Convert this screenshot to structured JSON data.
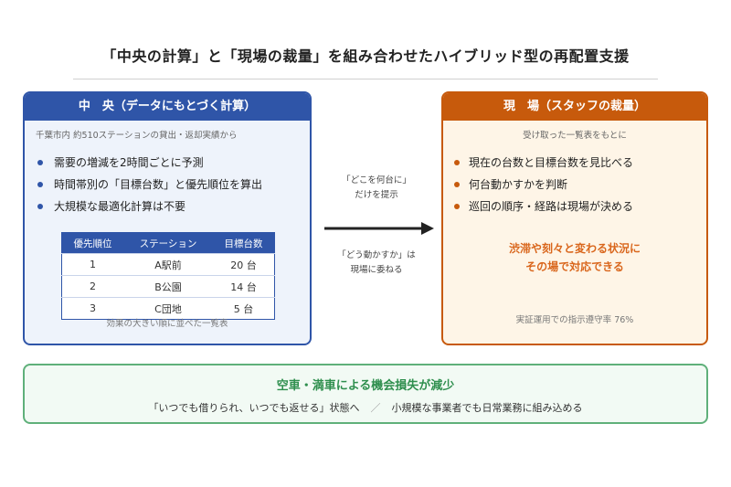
{
  "page_title": "「中央の計算」と「現場の裁量」を組み合わせたハイブリッド型の再配置支援",
  "center_panel": {
    "header": "中　央（データにもとづく計算）",
    "subtitle": "千葉市内 約510ステーションの貸出・返却実績から",
    "bullets": [
      "需要の増減を2時間ごとに予測",
      "時間帯別の「目標台数」と優先順位を算出",
      "大規模な最適化計算は不要"
    ],
    "table": {
      "headers": [
        "優先順位",
        "ステーション",
        "目標台数"
      ],
      "rows": [
        [
          "1",
          "A駅前",
          "20 台"
        ],
        [
          "2",
          "B公園",
          "14 台"
        ],
        [
          "3",
          "C団地",
          "5 台"
        ]
      ]
    },
    "table_caption": "効果の大きい順に並べた一覧表"
  },
  "middle": {
    "top_text": [
      "「どこを何台に」",
      "だけを提示"
    ],
    "bottom_text": [
      "「どう動かすか」は",
      "現場に委ねる"
    ]
  },
  "field_panel": {
    "header": "現　場（スタッフの裁量）",
    "subtitle": "受け取った一覧表をもとに",
    "bullets": [
      "現在の台数と目標台数を見比べる",
      "何台動かすかを判断",
      "巡回の順序・経路は現場が決める"
    ],
    "highlight": [
      "渋滞や刻々と変わる状況に",
      "その場で対応できる"
    ],
    "footnote": "実証運用での指示遵守率 76%"
  },
  "result": {
    "title": "空車・満車による機会損失が減少",
    "line_left": "「いつでも借りられ、いつでも返せる」状態へ",
    "separator": "／",
    "line_right": "小規模な事業者でも日常業務に組み込める"
  },
  "colors": {
    "center_accent": "#2f55a8",
    "field_accent": "#c75a0c",
    "result_accent": "#5fb07a"
  }
}
